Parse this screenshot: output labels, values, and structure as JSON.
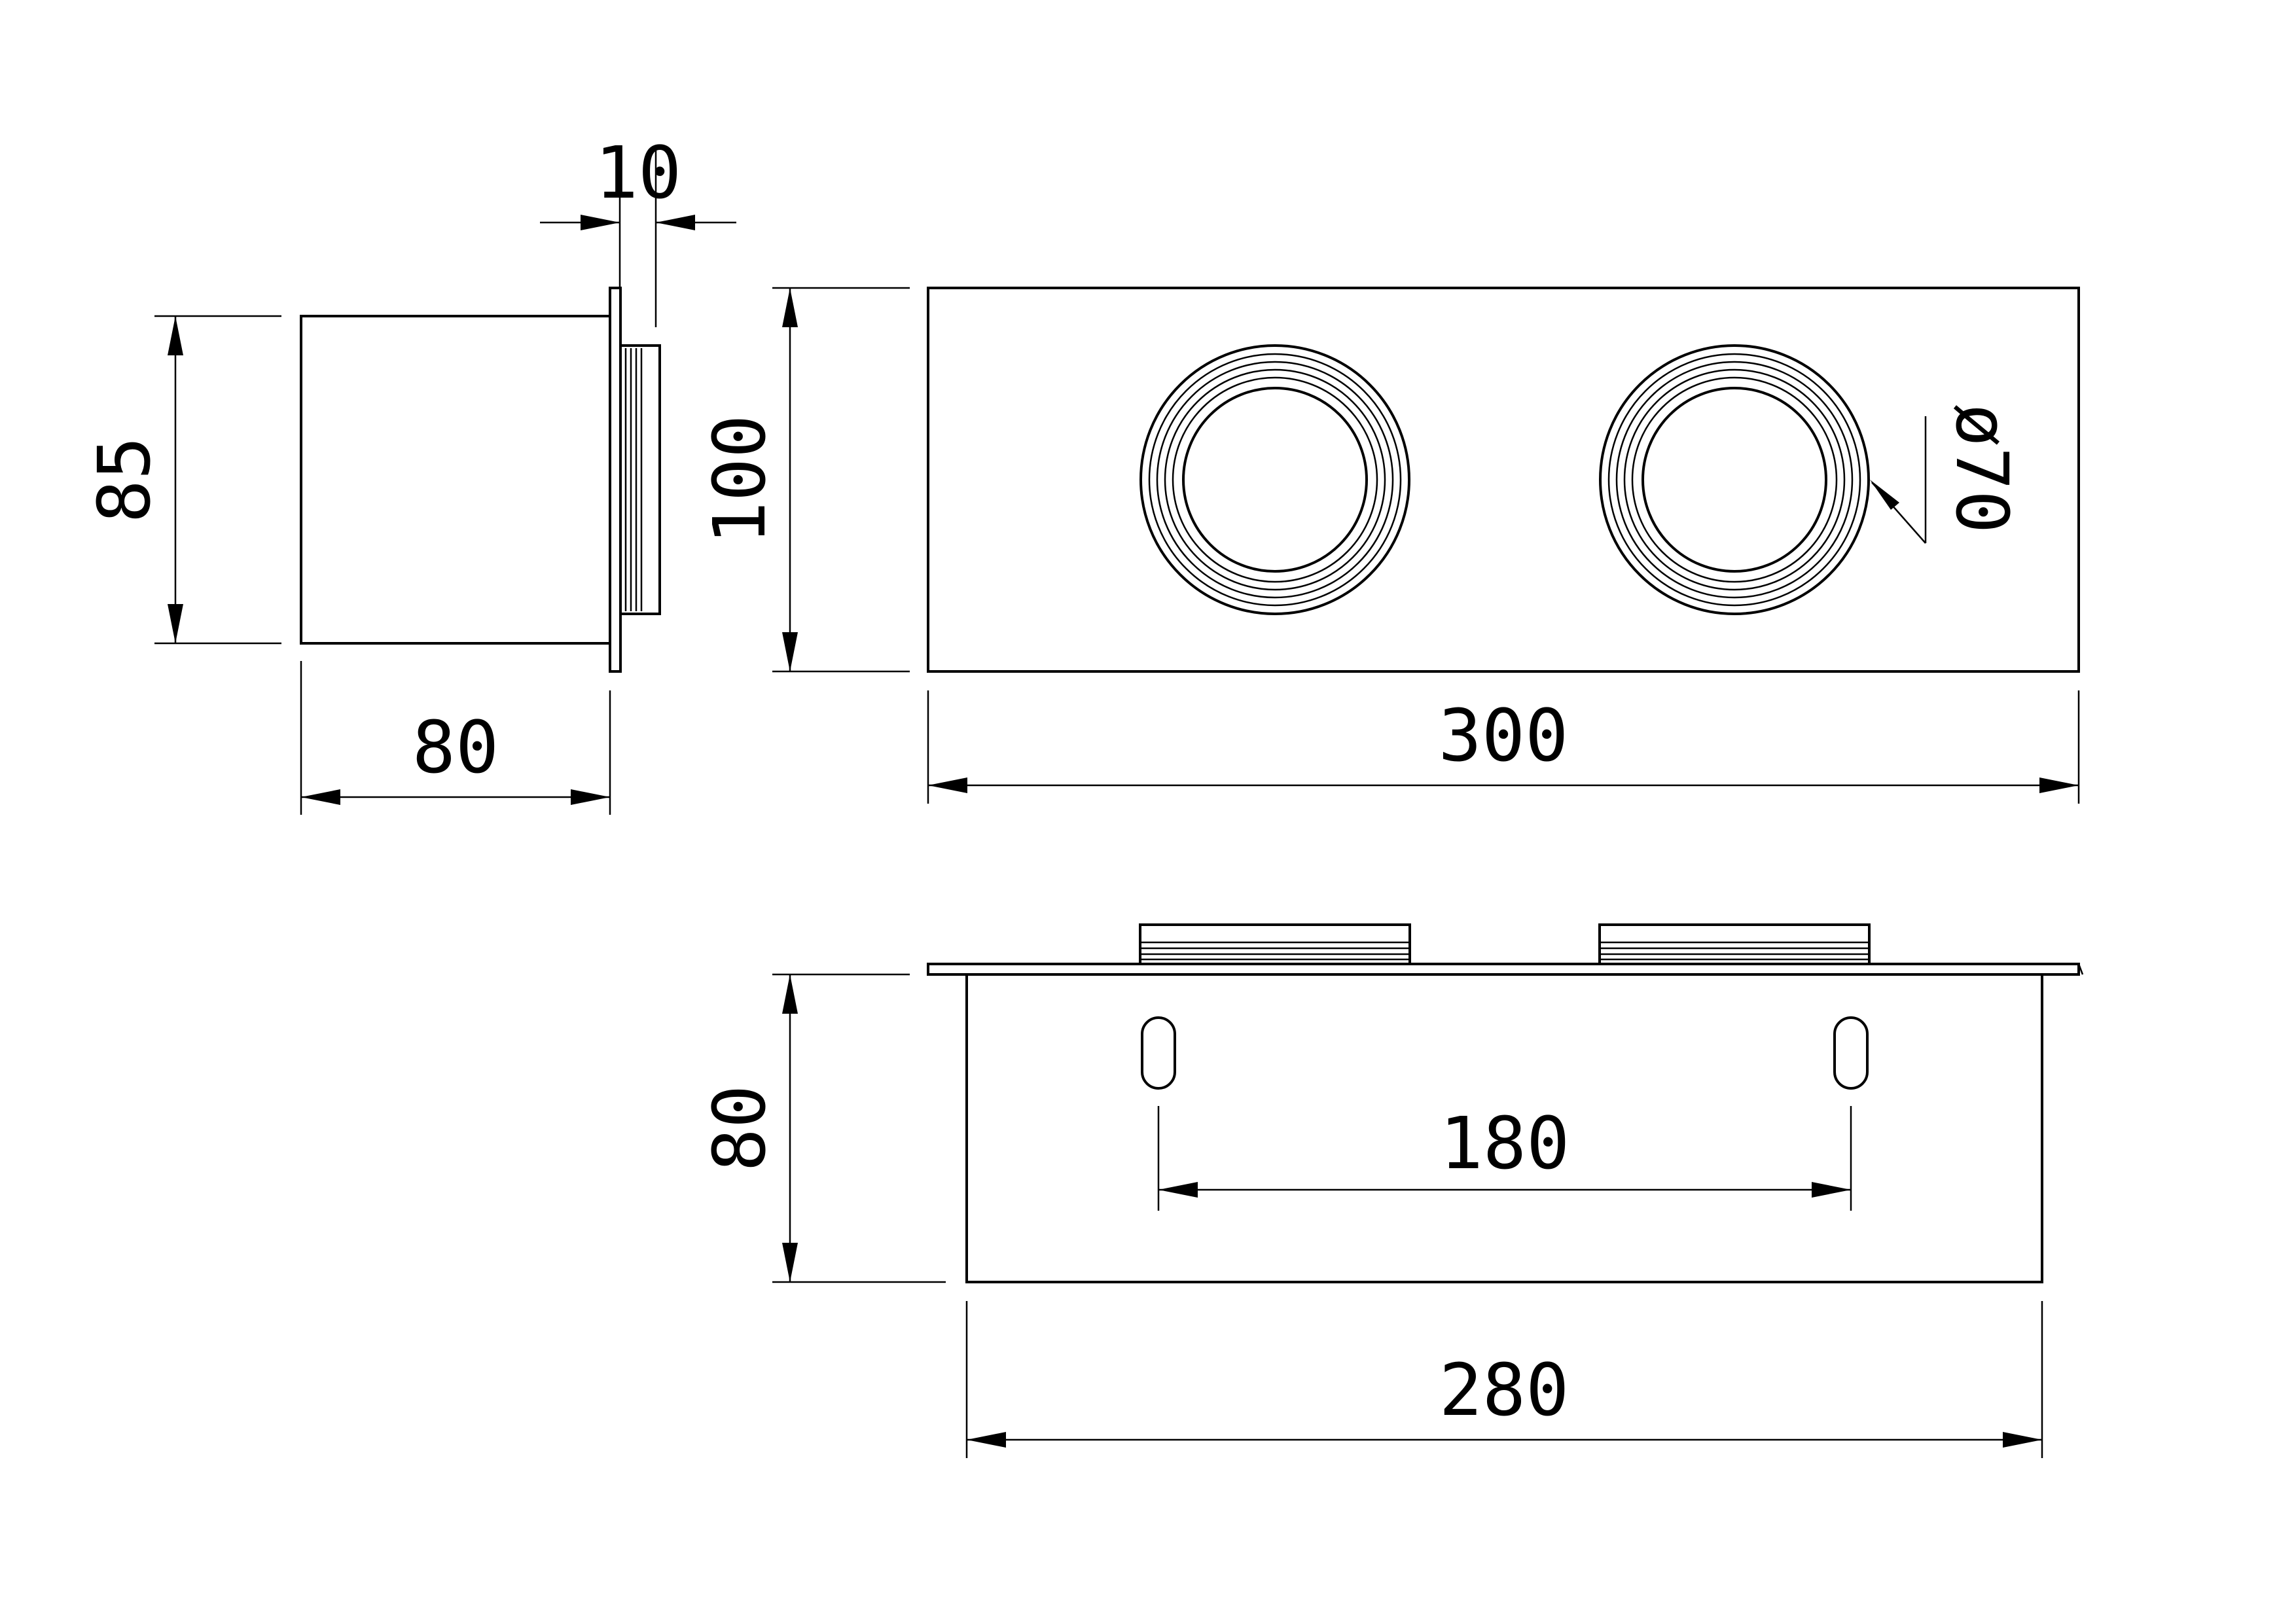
{
  "dimensions": {
    "side_height": "85",
    "flange_thickness": "10",
    "side_depth": "80",
    "front_height": "100",
    "front_width": "300",
    "hole_diameter": "ø70",
    "bottom_height": "80",
    "slot_spacing": "180",
    "bottom_width": "280"
  },
  "colors": {
    "line": "#000000",
    "background": "#ffffff"
  }
}
